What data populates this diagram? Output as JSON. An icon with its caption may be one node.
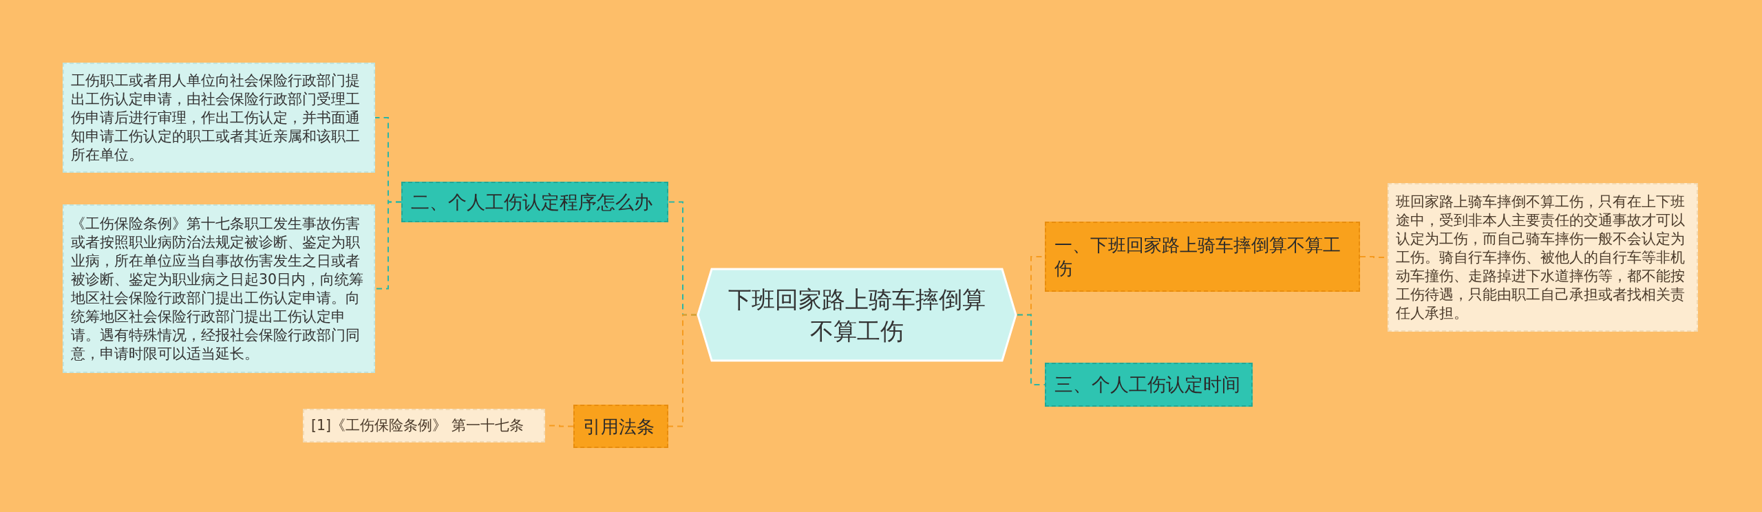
{
  "diagram": {
    "nodes": [
      {
        "text": [
          "下班回家路上骑车摔倒算不算工伤"
        ]
      },
      {
        "text": [
          "二、个人工伤认定程序怎么办"
        ]
      },
      {
        "text": [
          "工伤职工或者用人单位向社会保险行政部门提出工伤认定申请，由社会保险行政部门受理工伤申请后进行审理，作出工伤认定，并书面通知申请工伤认定的职工或者其近亲属和该职工所在单位。"
        ]
      },
      {
        "text": [
          "《工伤保险条例》第十七条职工发生事故伤害或者按照职业病防治法规定被诊断、鉴定为职业病，所在单位应当自事故伤害发生之日或者被诊断、鉴定为职业病之日起30日内，向统筹地区社会保险行政部门提出工伤认定申请。向统筹地区社会保险行政部门提出工伤认定申请。遇有特殊情况，经报社会保险行政部门同意，申请时限可以适当延长。"
        ]
      },
      {
        "text": [
          "引用法条"
        ]
      },
      {
        "text": [
          "[1]《工伤保险条例》 第一十七条"
        ]
      },
      {
        "text": [
          "一、下班回家路上骑车摔倒算不算工伤"
        ]
      },
      {
        "text": [
          "班回家路上骑车摔倒不算工伤，只有在上下班途中，受到非本人主要责任的交通事故才可以认定为工伤，而自己骑车摔伤一般不会认定为工伤。骑自行车摔伤、被他人的自行车等非机动车撞伤、走路掉进下水道摔伤等，都不能按工伤待遇，只能由职工自己承担或者找相关责任人承担。"
        ]
      },
      {
        "text": [
          "三、个人工伤认定时间"
        ]
      }
    ],
    "edges": [
      {
        "from": 0,
        "to": 1,
        "arrow": "none",
        "style": "dashed",
        "color": "#2ab5a6"
      },
      {
        "from": 1,
        "to": 2,
        "arrow": "none",
        "style": "dashed",
        "color": "#2ab5a6"
      },
      {
        "from": 1,
        "to": 3,
        "arrow": "none",
        "style": "dashed",
        "color": "#2ab5a6"
      },
      {
        "from": 0,
        "to": 4,
        "arrow": "none",
        "style": "dashed",
        "color": "#f59a1e"
      },
      {
        "from": 4,
        "to": 5,
        "arrow": "none",
        "style": "dashed",
        "color": "#f59a1e"
      },
      {
        "from": 0,
        "to": 6,
        "arrow": "none",
        "style": "dashed",
        "color": "#f59a1e"
      },
      {
        "from": 6,
        "to": 7,
        "arrow": "none",
        "style": "dashed",
        "color": "#f59a1e"
      },
      {
        "from": 0,
        "to": 8,
        "arrow": "none",
        "style": "dashed",
        "color": "#2ab5a6"
      }
    ]
  }
}
